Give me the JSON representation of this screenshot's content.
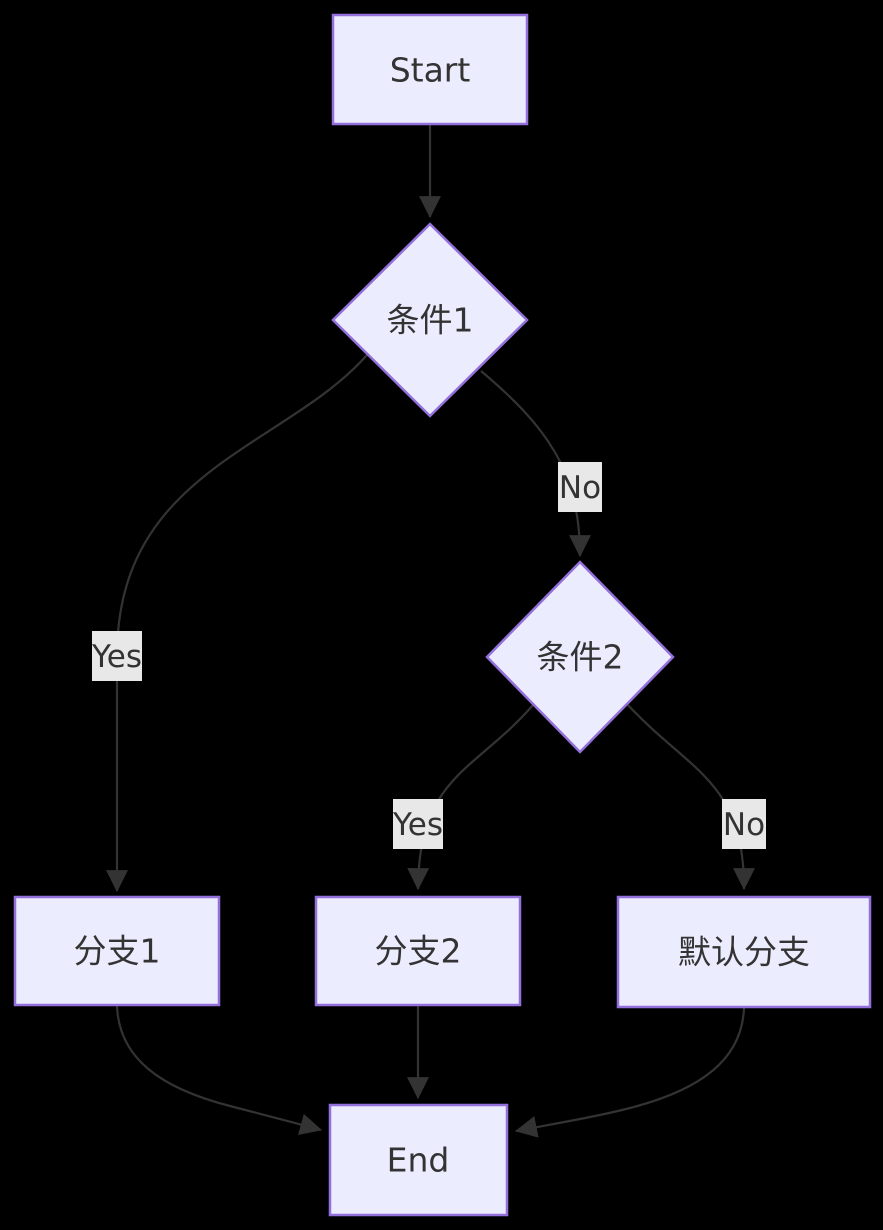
{
  "diagram": {
    "type": "flowchart",
    "direction": "top-down",
    "colors": {
      "background": "#000000",
      "node_fill": "#ECECFF",
      "node_border": "#9370DB",
      "node_text": "#333333",
      "edge_line": "#333333",
      "edge_label_bg": "#e8e8e8",
      "edge_label_text": "#333333"
    },
    "nodes": {
      "start": {
        "label": "Start",
        "shape": "rect"
      },
      "cond1": {
        "label": "条件1",
        "shape": "diamond"
      },
      "cond2": {
        "label": "条件2",
        "shape": "diamond"
      },
      "branch1": {
        "label": "分支1",
        "shape": "rect"
      },
      "branch2": {
        "label": "分支2",
        "shape": "rect"
      },
      "default_branch": {
        "label": "默认分支",
        "shape": "rect"
      },
      "end": {
        "label": "End",
        "shape": "rect"
      }
    },
    "edges": [
      {
        "from": "start",
        "to": "cond1",
        "label": ""
      },
      {
        "from": "cond1",
        "to": "branch1",
        "label": "Yes"
      },
      {
        "from": "cond1",
        "to": "cond2",
        "label": "No"
      },
      {
        "from": "cond2",
        "to": "branch2",
        "label": "Yes"
      },
      {
        "from": "cond2",
        "to": "default_branch",
        "label": "No"
      },
      {
        "from": "branch1",
        "to": "end",
        "label": ""
      },
      {
        "from": "branch2",
        "to": "end",
        "label": ""
      },
      {
        "from": "default_branch",
        "to": "end",
        "label": ""
      }
    ]
  }
}
